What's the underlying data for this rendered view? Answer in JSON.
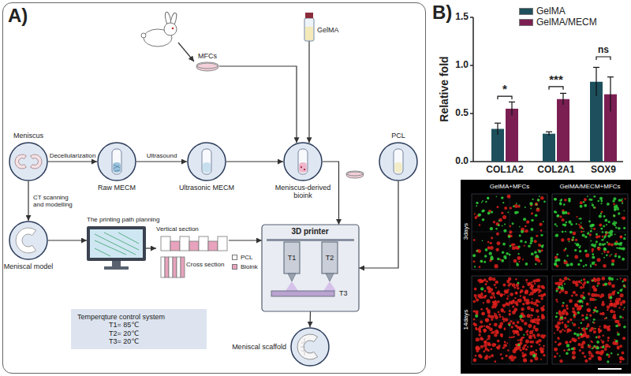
{
  "diagram": {
    "nodes": [
      {
        "text": [
          "A)"
        ]
      },
      {
        "text": [
          "Meniscus"
        ],
        "in": 0
      },
      {
        "text": [
          "Raw MECM"
        ],
        "in": 0
      },
      {
        "text": [
          "Ultrasonic MECM"
        ],
        "in": 0
      },
      {
        "text": [
          "MFCs"
        ],
        "in": 0
      },
      {
        "text": [
          "GelMA"
        ],
        "in": 0
      },
      {
        "text": [
          "Meniscus-derived bioink"
        ],
        "in": 0
      },
      {
        "text": [
          "PCL"
        ],
        "in": 0
      },
      {
        "text": [
          "Meniscal model"
        ],
        "in": 0
      },
      {
        "text": [
          "The printing path planning"
        ],
        "in": 0
      },
      {
        "text": [
          "Vertical section",
          "Cross section"
        ],
        "in": 0
      },
      {
        "text": [
          "3D printer",
          "T1",
          "T2",
          "T3"
        ],
        "in": 0
      },
      {
        "text": [
          "Temperqture control system",
          "T1= 85℃",
          "T2= 20℃",
          "T3= 20℃"
        ],
        "in": 0
      },
      {
        "text": [
          "Meniscal scaffold"
        ],
        "in": 0
      }
    ],
    "edges": [
      {
        "from": 1,
        "to": 2,
        "label": "Decellularization",
        "arrow": "to"
      },
      {
        "from": 2,
        "to": 3,
        "label": "Ultrasound",
        "arrow": "to"
      },
      {
        "from": 3,
        "to": 6,
        "arrow": "to"
      },
      {
        "from": 4,
        "to": 6,
        "arrow": "to"
      },
      {
        "from": 5,
        "to": 6,
        "arrow": "to"
      },
      {
        "from": 6,
        "to": 11,
        "arrow": "to"
      },
      {
        "from": 7,
        "to": 11,
        "arrow": "to"
      },
      {
        "from": 1,
        "to": 8,
        "label": "CT scanning and modelling",
        "arrow": "to"
      },
      {
        "from": 8,
        "to": 9,
        "arrow": "to"
      },
      {
        "from": 9,
        "to": 10,
        "arrow": "to"
      },
      {
        "from": 10,
        "to": 11,
        "arrow": "to"
      },
      {
        "from": 11,
        "to": 13,
        "arrow": "to"
      }
    ],
    "labels": [
      "B)",
      "1.5",
      "1.0",
      "0.5",
      "0.0",
      "Relative fold",
      "*",
      "***",
      "ns",
      "COL1A2",
      "COL2A1",
      "SOX9",
      "GelMA+MFCs",
      "GelMA/MECM+MFCs",
      "3days",
      "14days"
    ],
    "legend": [
      {
        "text": "GelMA",
        "color": "#1d4f5c"
      },
      {
        "text": "GelMA/MECM",
        "color": "#7b1f53"
      },
      {
        "text": "PCL",
        "color": "#ffffff"
      },
      {
        "text": "Bioink",
        "color": "#e7a3bd"
      }
    ]
  }
}
